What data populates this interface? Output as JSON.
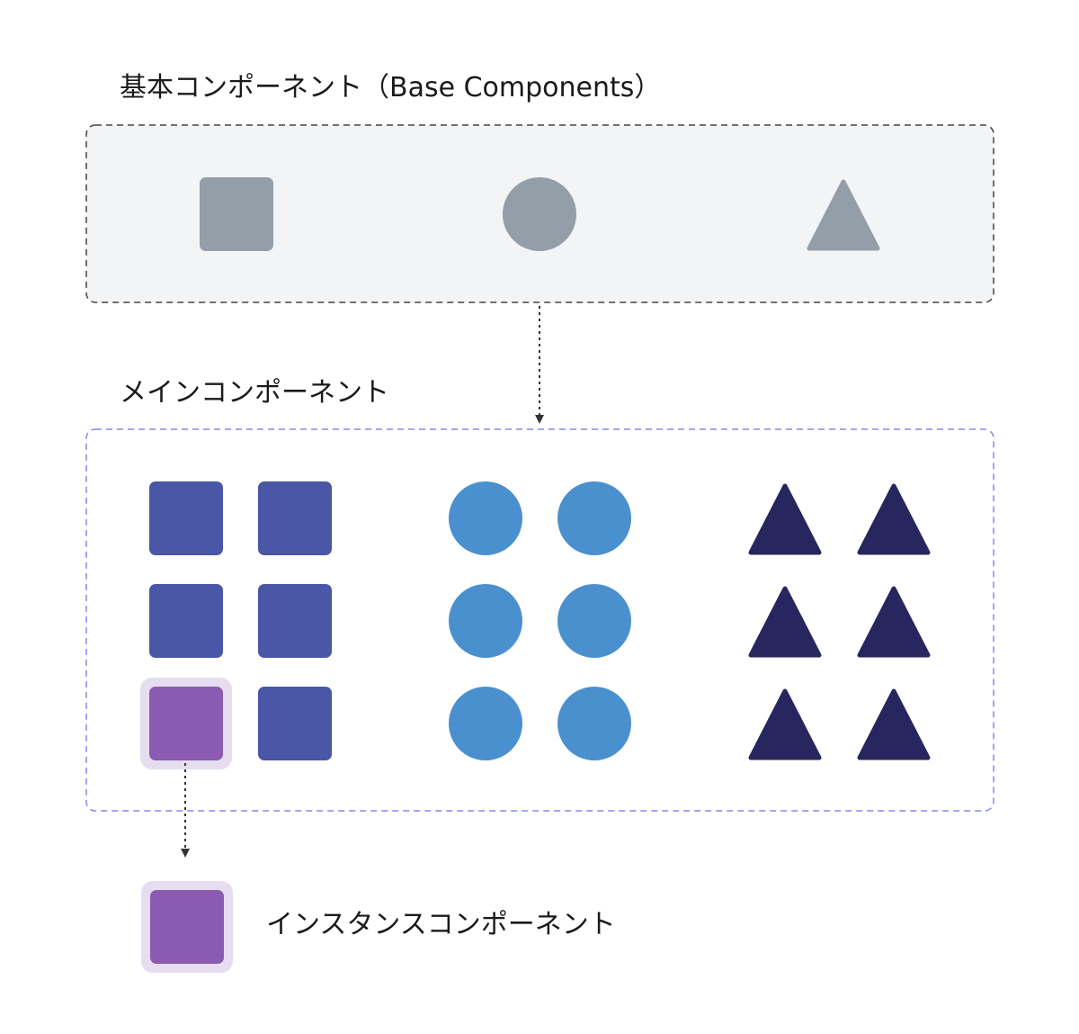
{
  "base": {
    "title": "基本コンポーネント（Base Components）",
    "shapes": [
      "square",
      "circle",
      "triangle"
    ],
    "color": "#939EA8",
    "panel_fill": "#F3F4F5",
    "border_color": "#444444"
  },
  "main": {
    "title": "メインコンポーネント",
    "border_color": "#8A86F0",
    "groups": [
      {
        "shape": "square",
        "color": "#4A56A6",
        "columns": 2,
        "rows": 3
      },
      {
        "shape": "circle",
        "color": "#4A90CE",
        "columns": 2,
        "rows": 3
      },
      {
        "shape": "triangle",
        "color": "#28265E",
        "columns": 2,
        "rows": 3
      }
    ],
    "highlight": {
      "group": 0,
      "row": 2,
      "column": 0,
      "color": "#8A5BB0",
      "halo": "#E6DDF0"
    }
  },
  "instance": {
    "label": "インスタンスコンポーネント",
    "color": "#8A5BB0",
    "halo": "#E6DDF0"
  },
  "connector_color": "#333333"
}
